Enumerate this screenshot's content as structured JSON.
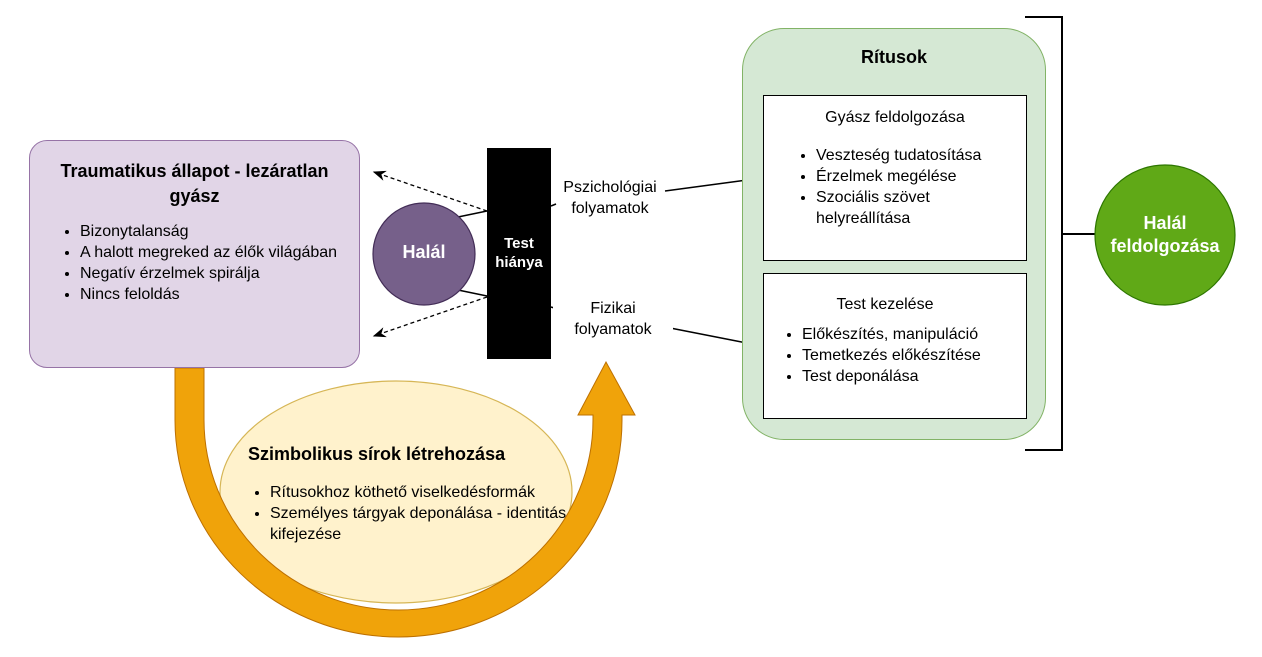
{
  "trauma": {
    "title": "Traumatikus állapot - lezáratlan gyász",
    "items": [
      "Bizonytalanság",
      "A halott megreked az élők világában",
      "Negatív érzelmek spirálja",
      "Nincs feloldás"
    ]
  },
  "death": {
    "label": "Halál"
  },
  "body_absence": {
    "line1": "Test",
    "line2": "hiánya"
  },
  "processes": {
    "psych_line1": "Pszichológiai",
    "psych_line2": "folyamatok",
    "phys_line1": "Fizikai",
    "phys_line2": "folyamatok"
  },
  "rites": {
    "title": "Rítusok",
    "grief": {
      "title": "Gyász feldolgozása",
      "items": [
        "Veszteség tudatosítása",
        "Érzelmek megélése",
        "Szociális szövet helyreállítása"
      ]
    },
    "body": {
      "title": "Test kezelése",
      "items": [
        "Előkészítés, manipuláció",
        "Temetkezés előkészítése",
        "Test deponálása"
      ]
    }
  },
  "outcome": {
    "line1": "Halál",
    "line2": "feldolgozása"
  },
  "symbolic": {
    "title": "Szimbolikus sírok létrehozása",
    "items": [
      "Rítusokhoz köthető viselkedésformák",
      "Személyes tárgyak deponálása - identitás kifejezése"
    ]
  },
  "colors": {
    "purple_fill": "#e1d5e7",
    "death_fill": "#76608a",
    "green_fill": "#d5e8d4",
    "outcome_fill": "#60a917",
    "arrow_fill": "#f0a30a",
    "ellipse_fill": "#fff2cc"
  }
}
